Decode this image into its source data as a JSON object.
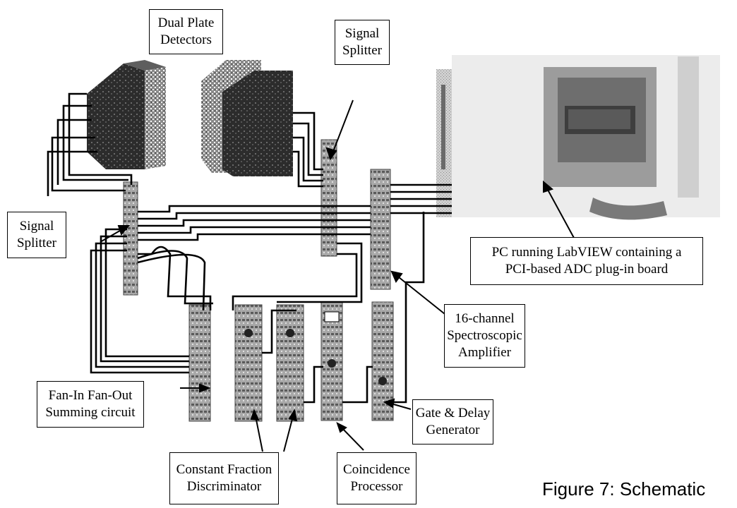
{
  "labels": {
    "dual_plate": [
      "Dual Plate",
      "Detectors"
    ],
    "splitter_top": [
      "Signal",
      "Splitter"
    ],
    "splitter_left": [
      "Signal",
      "Splitter"
    ],
    "pc": [
      "PC running LabVIEW containing a",
      "PCI-based ADC plug-in board"
    ],
    "amplifier": [
      "16-channel",
      "Spectroscopic",
      "Amplifier"
    ],
    "fanin": [
      "Fan-In Fan-Out",
      "Summing circuit"
    ],
    "gate_delay": [
      "Gate & Delay",
      "Generator"
    ],
    "cfd": [
      "Constant Fraction",
      "Discriminator"
    ],
    "coincidence": [
      "Coincidence",
      "Processor"
    ]
  },
  "caption": "Figure 7:  Schematic",
  "colors": {
    "cable": "#000000",
    "module": "#9a9a9a",
    "detector": "#3a3a3a",
    "monitor": "#d6d6d6"
  }
}
